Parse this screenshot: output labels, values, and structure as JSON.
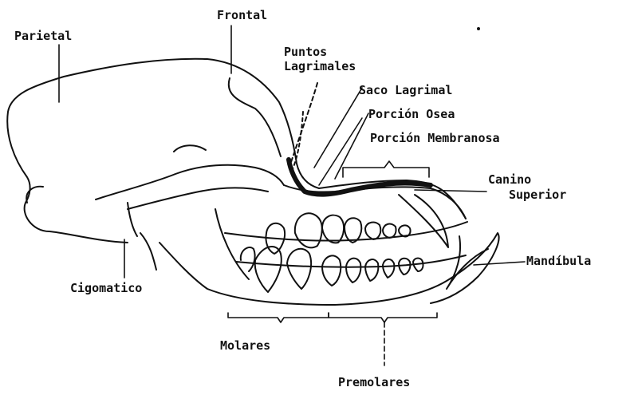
{
  "labels": {
    "parietal": "Parietal",
    "frontal": "Frontal",
    "puntos_1": "Puntos",
    "puntos_2": "Lagrimales",
    "saco": "Saco Lagrimal",
    "porcion_osea": "Porción Osea",
    "porcion_membranosa": "Porción Membranosa",
    "canino_1": "Canino",
    "canino_2": "Superior",
    "mandibula": "Mandíbula",
    "cigomatico": "Cigomatico",
    "molares": "Molares",
    "premolares": "Premolares"
  },
  "colors": {
    "ink": "#111111",
    "background": "#ffffff"
  }
}
